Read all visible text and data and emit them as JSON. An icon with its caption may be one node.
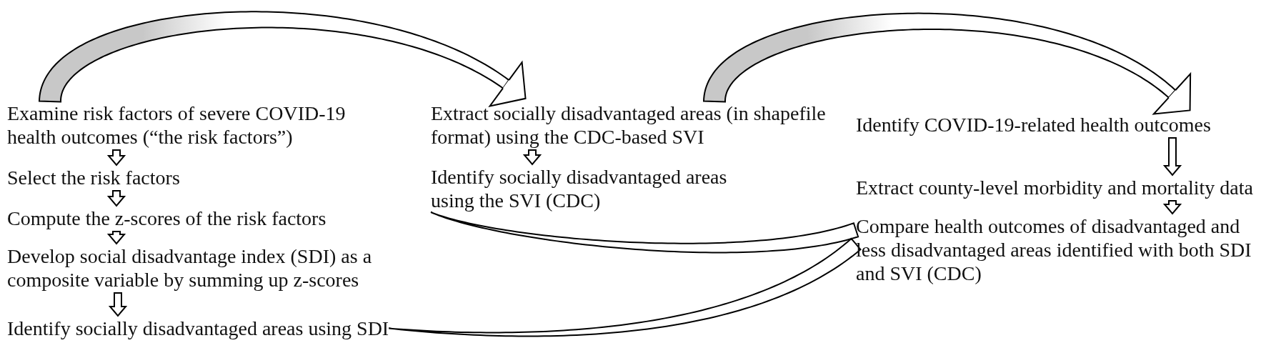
{
  "diagram": {
    "nodes": [
      {
        "text": [
          "Examine risk factors of severe COVID-19 health outcomes (“the risk factors”)"
        ]
      },
      {
        "text": [
          "Select the risk factors"
        ]
      },
      {
        "text": [
          "Compute the z-scores of the risk factors"
        ]
      },
      {
        "text": [
          "Develop social disadvantage index (SDI) as a composite variable by summing up z-scores"
        ]
      },
      {
        "text": [
          "Identify socially disadvantaged areas using SDI"
        ]
      },
      {
        "text": [
          "Extract socially disadvantaged areas (in shapefile format) using the CDC-based SVI"
        ]
      },
      {
        "text": [
          "Identify socially disadvantaged areas using the SVI (CDC)"
        ]
      },
      {
        "text": [
          "Identify COVID-19-related health outcomes"
        ]
      },
      {
        "text": [
          "Extract county-level morbidity and mortality data"
        ]
      },
      {
        "text": [
          "Compare health outcomes of disadvantaged and less disadvantaged areas identified with both SDI and SVI (CDC)"
        ]
      }
    ],
    "edges": [
      {
        "from": 0,
        "to": 5,
        "arrow": "to"
      },
      {
        "from": 5,
        "to": 7,
        "arrow": "to"
      },
      {
        "from": 0,
        "to": 1,
        "arrow": "to"
      },
      {
        "from": 1,
        "to": 2,
        "arrow": "to"
      },
      {
        "from": 2,
        "to": 3,
        "arrow": "to"
      },
      {
        "from": 3,
        "to": 4,
        "arrow": "to"
      },
      {
        "from": 5,
        "to": 6,
        "arrow": "to"
      },
      {
        "from": 7,
        "to": 8,
        "arrow": "to"
      },
      {
        "from": 8,
        "to": 9,
        "arrow": "to"
      },
      {
        "from": 6,
        "to": 9,
        "arrow": "none"
      },
      {
        "from": 4,
        "to": 9,
        "arrow": "none"
      }
    ]
  }
}
